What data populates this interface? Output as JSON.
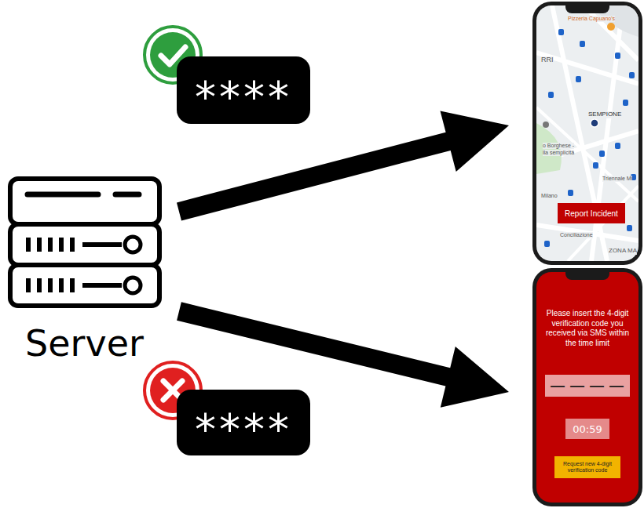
{
  "diagram": {
    "nodes": [
      {
        "text": [
          "Server"
        ]
      },
      {
        "text": [
          "****"
        ]
      },
      {
        "text": [
          "****"
        ]
      },
      {
        "text": [
          "Pizzeria Capuano's",
          "RRI",
          "SEMPIONE",
          "o Borghese -",
          "lla semplicità",
          "Triennale Mi",
          "Milano",
          "Conciliazione",
          "ZONA MA"
        ]
      },
      {
        "text": [
          "Report Incident"
        ],
        "in": 3
      },
      {
        "text": [
          "Please insert the 4-digit verification code you received via SMS within the time limit"
        ]
      },
      {
        "text": [
          "— — — —"
        ],
        "in": 5
      },
      {
        "text": [
          "00:59"
        ],
        "in": 5
      },
      {
        "text": [
          "Request new 4-digit verification code"
        ],
        "in": 5
      }
    ],
    "edges": [
      {
        "from": 0,
        "to": 3,
        "arrow": "to"
      },
      {
        "from": 0,
        "to": 5,
        "arrow": "to"
      }
    ]
  }
}
